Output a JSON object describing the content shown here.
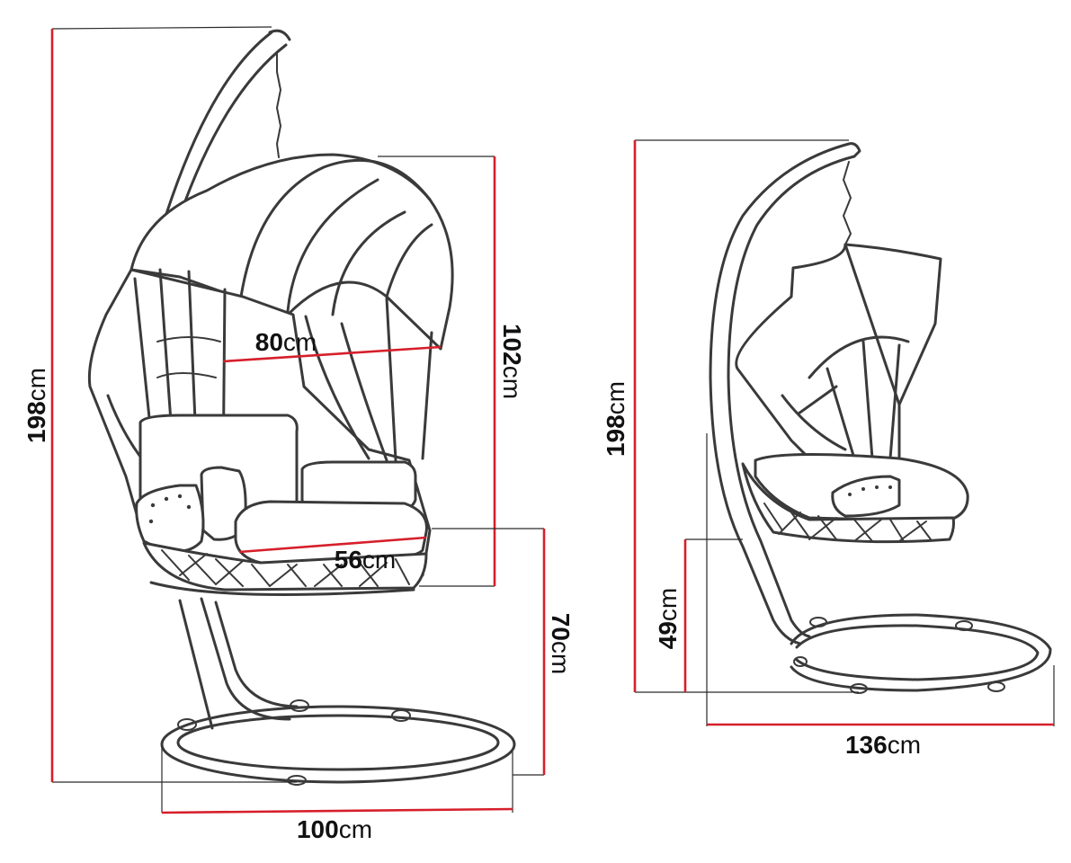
{
  "colors": {
    "ink": "#3a3a3a",
    "dimension": "#d61f2b"
  },
  "front_view": {
    "total_height": {
      "value": "198",
      "unit": "cm"
    },
    "canopy_height": {
      "value": "102",
      "unit": "cm"
    },
    "seat_height": {
      "value": "70",
      "unit": "cm"
    },
    "inner_width": {
      "value": "80",
      "unit": "cm"
    },
    "seat_depth": {
      "value": "56",
      "unit": "cm"
    },
    "base_width": {
      "value": "100",
      "unit": "cm"
    }
  },
  "side_view": {
    "total_height": {
      "value": "198",
      "unit": "cm"
    },
    "seat_height": {
      "value": "49",
      "unit": "cm"
    },
    "base_depth": {
      "value": "136",
      "unit": "cm"
    }
  }
}
